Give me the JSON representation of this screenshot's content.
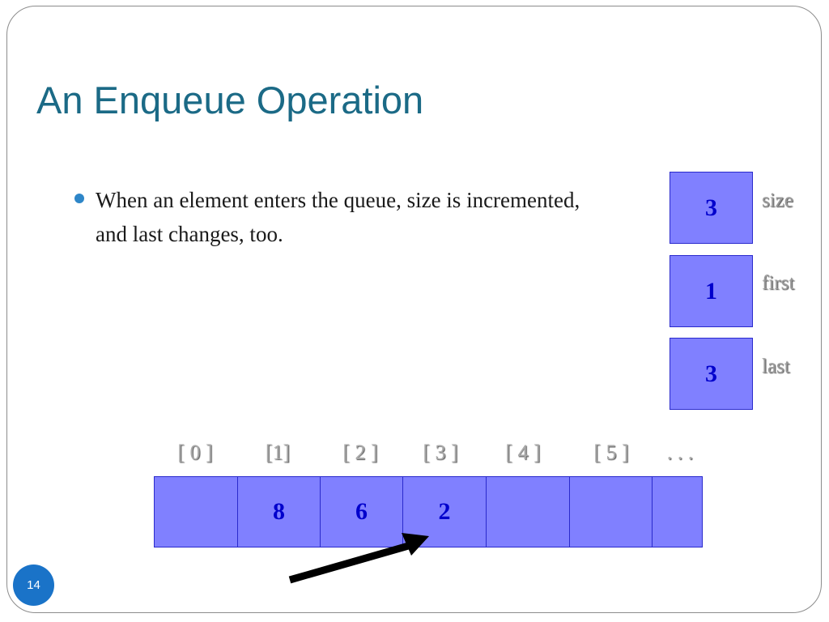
{
  "slide": {
    "title": "An Enqueue Operation",
    "bullet": "When an element enters the queue, size is incremented, and last changes, too.",
    "page_number": "14"
  },
  "variables": [
    {
      "value": "3",
      "label": "size"
    },
    {
      "value": "1",
      "label": "first"
    },
    {
      "value": "3",
      "label": "last"
    }
  ],
  "array": {
    "index_labels": [
      "[ 0 ]",
      "[1]",
      "[ 2 ]",
      "[ 3 ]",
      "[ 4 ]",
      "[ 5 ]",
      ". . ."
    ],
    "cells": [
      "",
      "8",
      "6",
      "2",
      "",
      "",
      ""
    ]
  },
  "colors": {
    "title": "#1b6a86",
    "box_fill": "#8080ff",
    "box_text": "#0000cc",
    "label_gray": "#9a9a9a",
    "page_badge": "#1a73c8"
  },
  "icons": {
    "bullet": "bullet-dot-icon",
    "arrow": "pointer-arrow-icon"
  }
}
